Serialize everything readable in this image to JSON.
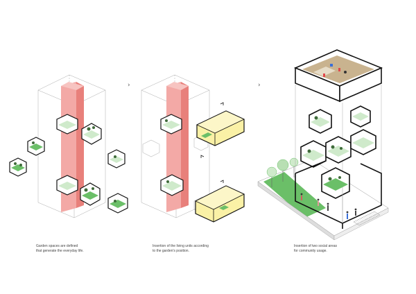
{
  "colors": {
    "core": "#f3a9a6",
    "core_dark": "#e8807b",
    "green": "#6bbf68",
    "green_light": "#cfeacb",
    "yellow": "#faf1a6",
    "yellow_stroke": "#e3c63a",
    "line": "#999999",
    "ink": "#111111",
    "floor": "#c9b38f"
  },
  "step_arrows": [
    "›",
    "›"
  ],
  "panels": [
    {
      "caption": "Garden spaces are defined\nthat generate the everyday life."
    },
    {
      "caption": "Insertion of the living units according\nto the garden's position."
    },
    {
      "caption": "Insertion of two social areas\nfor community usage."
    }
  ]
}
